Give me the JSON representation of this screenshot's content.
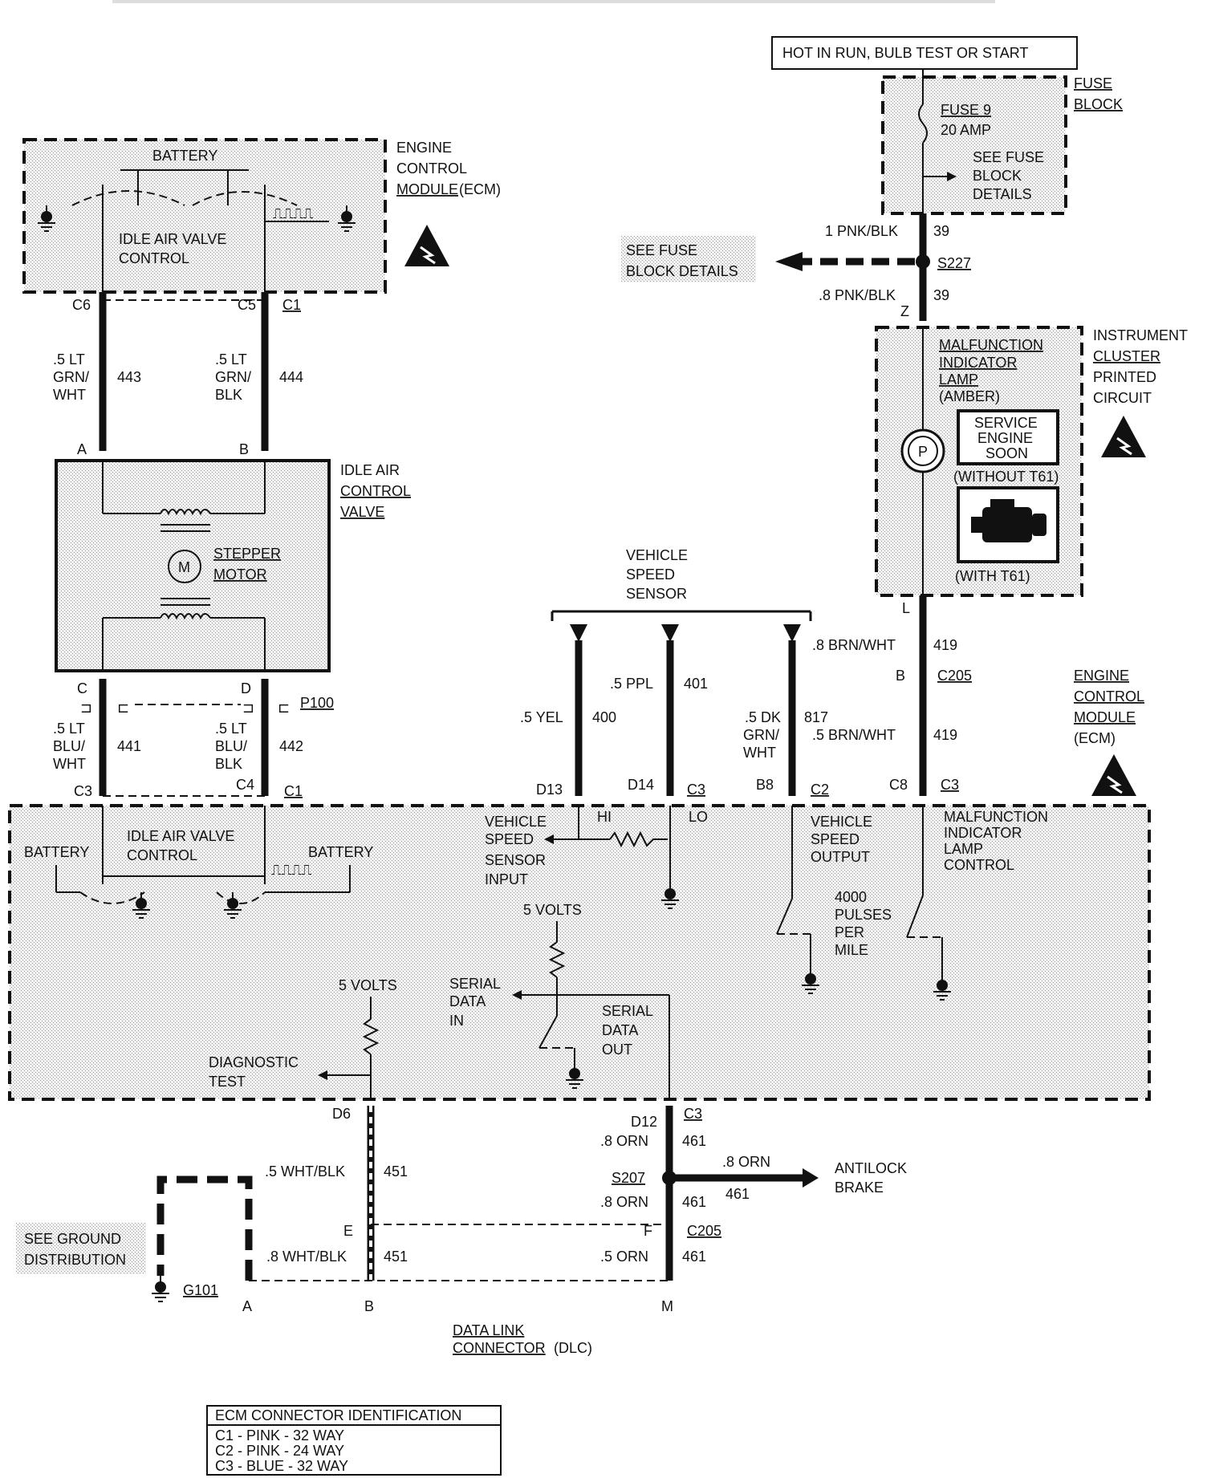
{
  "header": {
    "power_label": "HOT IN RUN, BULB TEST OR START"
  },
  "fuse_block": {
    "title_line1": "FUSE",
    "title_line2": "BLOCK",
    "fuse_name": "FUSE 9",
    "fuse_rating": "20 AMP",
    "see_line1": "SEE FUSE",
    "see_line2": "BLOCK",
    "see_line3": "DETAILS"
  },
  "fuse_ref": {
    "line1": "SEE FUSE",
    "line2": "BLOCK DETAILS"
  },
  "splices": {
    "s227": "S227",
    "s207": "S207"
  },
  "ecm_top": {
    "title_line1": "ENGINE",
    "title_line2": "CONTROL",
    "title_line3": "MODULE",
    "title_suffix": "(ECM)",
    "battery": "BATTERY",
    "iac_line1": "IDLE AIR VALVE",
    "iac_line2": "CONTROL"
  },
  "iac_valve": {
    "title_line1": "IDLE AIR",
    "title_line2": "CONTROL",
    "title_line3": "VALVE",
    "motor_symbol": "M",
    "motor_line1": "STEPPER",
    "motor_line2": "MOTOR"
  },
  "cluster": {
    "title_line1": "INSTRUMENT",
    "title_line2": "CLUSTER",
    "title_line3": "PRINTED",
    "title_line4": "CIRCUIT",
    "mil_line1": "MALFUNCTION",
    "mil_line2": "INDICATOR",
    "mil_line3": "LAMP",
    "mil_line4": "(AMBER)",
    "ses_line1": "SERVICE",
    "ses_line2": "ENGINE",
    "ses_line3": "SOON",
    "without": "(WITHOUT T61)",
    "with": "(WITH T61)",
    "bulb_symbol": "P"
  },
  "vss": {
    "title_line1": "VEHICLE",
    "title_line2": "SPEED",
    "title_line3": "SENSOR"
  },
  "ecm_main": {
    "title_line1": "ENGINE",
    "title_line2": "CONTROL",
    "title_line3": "MODULE",
    "title_line4": "(ECM)",
    "battery_left": "BATTERY",
    "battery_right": "BATTERY",
    "iac_line1": "IDLE AIR VALVE",
    "iac_line2": "CONTROL",
    "vss_in_line1": "VEHICLE",
    "vss_in_line2": "SPEED",
    "vss_in_line3": "SENSOR",
    "vss_in_line4": "INPUT",
    "hi": "HI",
    "lo": "LO",
    "vso_line1": "VEHICLE",
    "vso_line2": "SPEED",
    "vso_line3": "OUTPUT",
    "pulses_line1": "4000",
    "pulses_line2": "PULSES",
    "pulses_line3": "PER",
    "pulses_line4": "MILE",
    "milc_line1": "MALFUNCTION",
    "milc_line2": "INDICATOR",
    "milc_line3": "LAMP",
    "milc_line4": "CONTROL",
    "volts_1": "5 VOLTS",
    "volts_2": "5 VOLTS",
    "sd_in_line1": "SERIAL",
    "sd_in_line2": "DATA",
    "sd_in_line3": "IN",
    "sd_out_line1": "SERIAL",
    "sd_out_line2": "DATA",
    "sd_out_line3": "OUT",
    "diag_line1": "DIAGNOSTIC",
    "diag_line2": "TEST"
  },
  "wires": {
    "w39a_color": "1 PNK/BLK",
    "w39a_num": "39",
    "w39b_color": ".8 PNK/BLK",
    "w39b_num": "39",
    "w443_c1": ".5 LT",
    "w443_c2": "GRN/",
    "w443_c3": "WHT",
    "w443_num": "443",
    "w444_c1": ".5 LT",
    "w444_c2": "GRN/",
    "w444_c3": "BLK",
    "w444_num": "444",
    "w441_c1": ".5 LT",
    "w441_c2": "BLU/",
    "w441_c3": "WHT",
    "w441_num": "441",
    "w442_c1": ".5 LT",
    "w442_c2": "BLU/",
    "w442_c3": "BLK",
    "w442_num": "442",
    "w400_color": ".5 YEL",
    "w400_num": "400",
    "w401_color": ".5 PPL",
    "w401_num": "401",
    "w817_c1": ".5 DK",
    "w817_c2": "GRN/",
    "w817_c3": "WHT",
    "w817_num": "817",
    "w419a_color": ".8 BRN/WHT",
    "w419a_num": "419",
    "w419b_color": ".5 BRN/WHT",
    "w419b_num": "419",
    "w451a_color": ".5 WHT/BLK",
    "w451a_num": "451",
    "w451b_color": ".8 WHT/BLK",
    "w451b_num": "451",
    "w461a_color": ".8 ORN",
    "w461a_num": "461",
    "w461b_color": ".8 ORN",
    "w461b_num": "461",
    "w461c_color": ".5 ORN",
    "w461c_num": "461",
    "w461d_color": ".8 ORN",
    "w461d_num": "461"
  },
  "connectors": {
    "c6": "C6",
    "c5": "C5",
    "c1_top": "C1",
    "a_iac": "A",
    "b_iac": "B",
    "c_p100": "C",
    "d_p100": "D",
    "p100": "P100",
    "c3_iac": "C3",
    "c4": "C4",
    "c1_iac": "C1",
    "d13": "D13",
    "d14": "D14",
    "c3_vss": "C3",
    "b8": "B8",
    "c2_vss": "C2",
    "c8": "C8",
    "c3_mil": "C3",
    "z": "Z",
    "l": "L",
    "b_c205": "B",
    "c205_top": "C205",
    "d6": "D6",
    "d12": "D12",
    "c3_dlc": "C3",
    "e": "E",
    "f": "F",
    "c205_bot": "C205",
    "dlc_a": "A",
    "dlc_b": "B",
    "dlc_m": "M"
  },
  "antilock": {
    "line1": "ANTILOCK",
    "line2": "BRAKE"
  },
  "ground": {
    "see_line1": "SEE GROUND",
    "see_line2": "DISTRIBUTION",
    "g101": "G101"
  },
  "dlc": {
    "line1": "DATA LINK",
    "line2": "CONNECTOR",
    "suffix": "(DLC)"
  },
  "legend": {
    "title": "ECM CONNECTOR IDENTIFICATION",
    "row1": "C1 - PINK - 32 WAY",
    "row2": "C2 - PINK - 24 WAY",
    "row3": "C3 - BLUE - 32 WAY"
  }
}
